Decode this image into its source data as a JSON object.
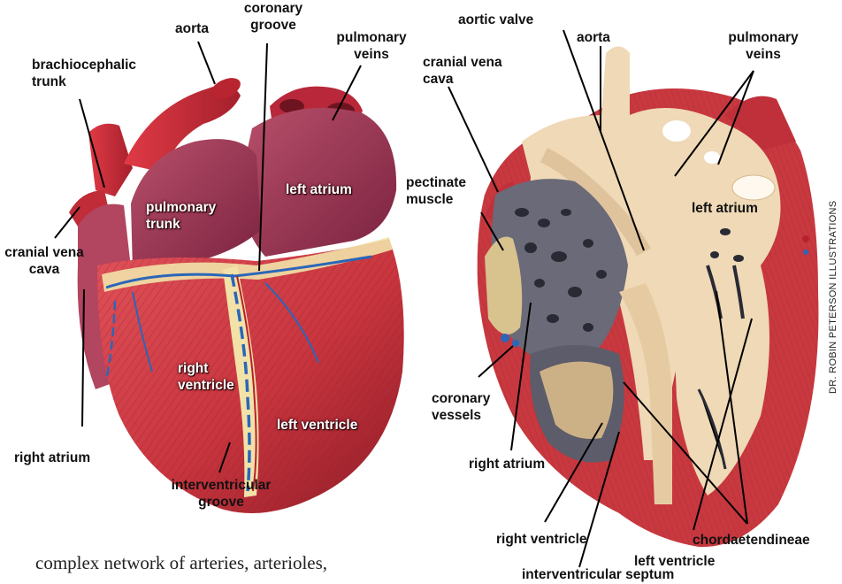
{
  "left_heart": {
    "labels": {
      "aorta": "aorta",
      "coronary_groove": "coronary\ngroove",
      "pulmonary_veins": "pulmonary\nveins",
      "brachiocephalic_trunk": "brachiocephalic\ntrunk",
      "left_atrium": "left atrium",
      "pulmonary_trunk": "pulmonary\ntrunk",
      "cranial_vena_cava": "cranial vena\ncava",
      "right_ventricle": "right\nventricle",
      "left_ventricle": "left ventricle",
      "right_atrium": "right atrium",
      "interventricular_groove": "interventricular\ngroove"
    }
  },
  "right_heart": {
    "labels": {
      "aortic_valve": "aortic valve",
      "aorta": "aorta",
      "pulmonary_veins": "pulmonary\nveins",
      "cranial_vena_cava": "cranial vena\ncava",
      "pectinate_muscle": "pectinate\nmuscle",
      "left_atrium": "left atrium",
      "coronary_vessels": "coronary\nvessels",
      "right_atrium": "right atrium",
      "right_ventricle": "right ventricle",
      "chordaetendineae": "chordaetendineae",
      "left_ventricle": "left ventricle",
      "interventricular_septum": "interventricular septum"
    }
  },
  "credit": "DR. ROBIN PETERSON ILLUSTRATIONS",
  "body_text": "complex network of arteries, arterioles,",
  "colors": {
    "muscle": "#c8353e",
    "muscle_dark": "#8e1c27",
    "atrium": "#9b3a55",
    "fat": "#f2e2a8",
    "vessel_blue": "#2b66b8",
    "cut_surface": "#efd9b6"
  }
}
